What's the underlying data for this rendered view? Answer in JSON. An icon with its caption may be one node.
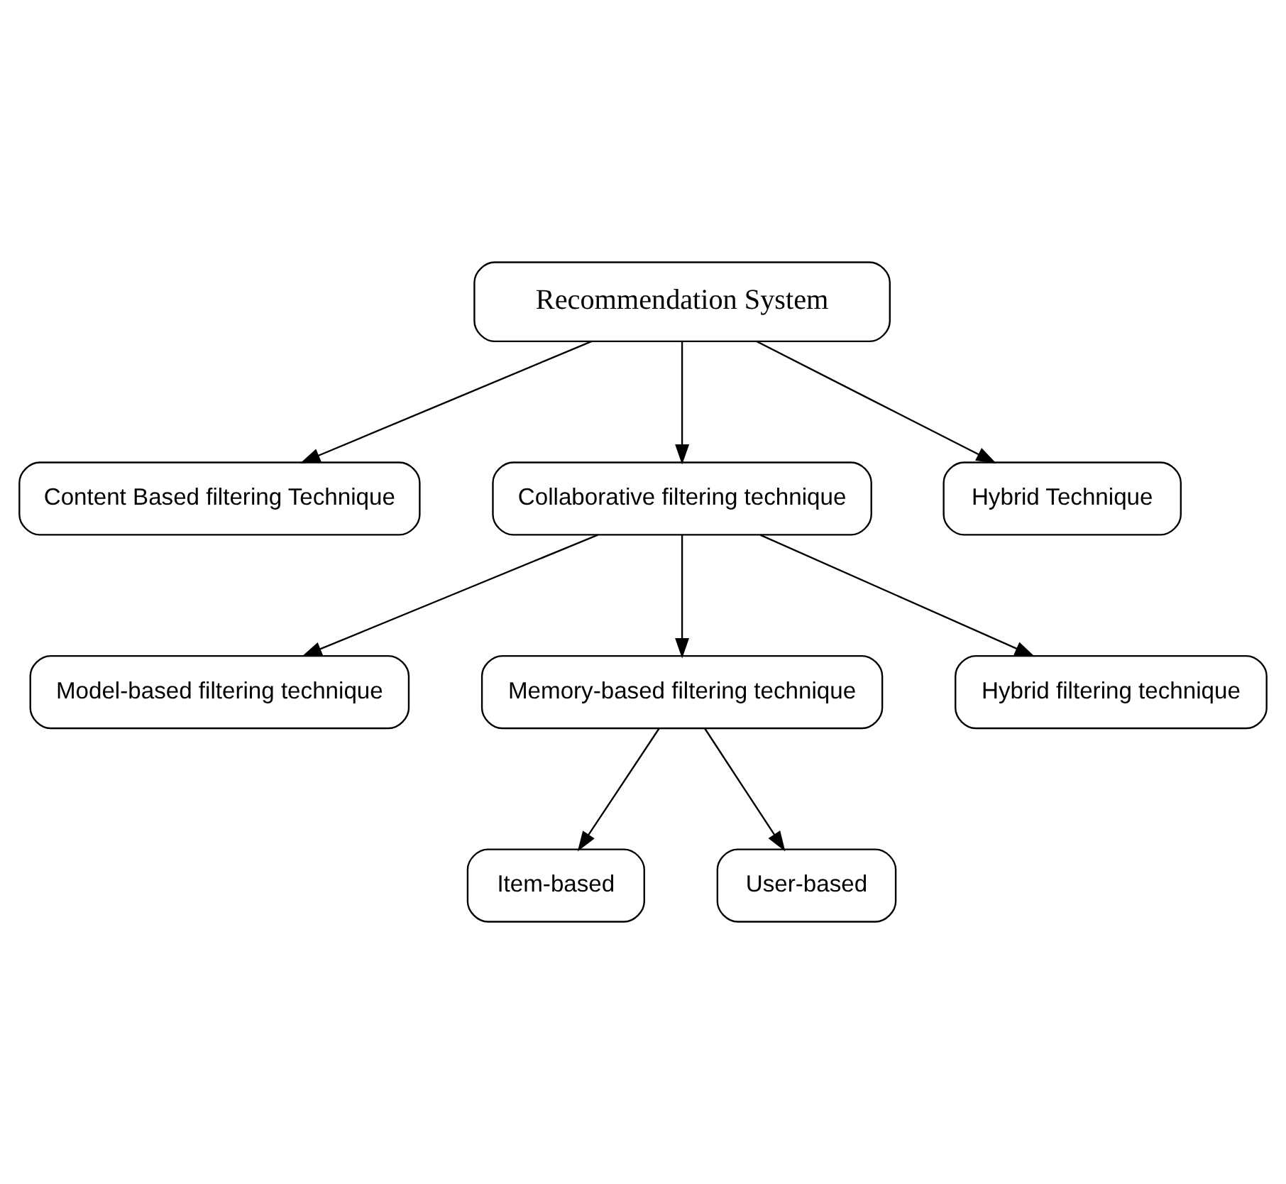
{
  "diagram": {
    "nodes": [
      {
        "text": [
          "Recommendation System"
        ]
      },
      {
        "text": [
          "Content Based filtering Technique"
        ]
      },
      {
        "text": [
          "Collaborative filtering technique"
        ]
      },
      {
        "text": [
          "Hybrid Technique"
        ]
      },
      {
        "text": [
          "Model-based filtering technique"
        ]
      },
      {
        "text": [
          "Memory-based filtering technique"
        ]
      },
      {
        "text": [
          "Hybrid filtering technique"
        ]
      },
      {
        "text": [
          "Item-based"
        ]
      },
      {
        "text": [
          "User-based"
        ]
      }
    ],
    "edges": [
      {
        "from": 0,
        "to": 1,
        "arrow": "to"
      },
      {
        "from": 0,
        "to": 2,
        "arrow": "to"
      },
      {
        "from": 0,
        "to": 3,
        "arrow": "to"
      },
      {
        "from": 2,
        "to": 4,
        "arrow": "to"
      },
      {
        "from": 2,
        "to": 5,
        "arrow": "to"
      },
      {
        "from": 2,
        "to": 6,
        "arrow": "to"
      },
      {
        "from": 5,
        "to": 7,
        "arrow": "to"
      },
      {
        "from": 5,
        "to": 8,
        "arrow": "to"
      }
    ]
  }
}
